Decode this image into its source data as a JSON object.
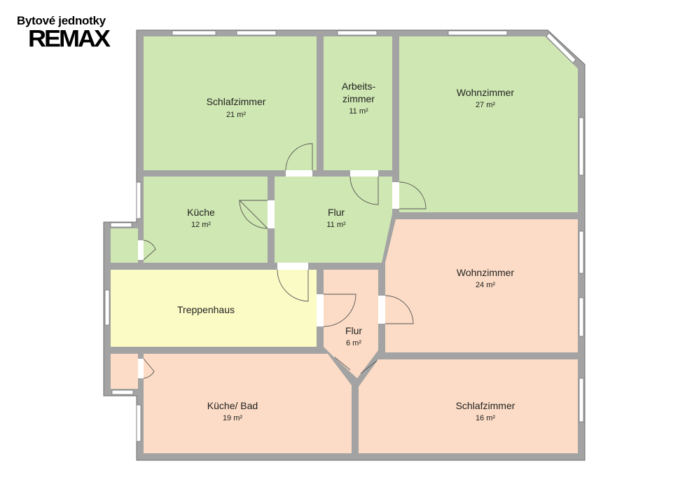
{
  "logo": {
    "subtitle": "Bytové jednotky",
    "brand": "RE/MAX"
  },
  "colors": {
    "green": "#cfe7b2",
    "peach": "#fcdcc6",
    "yellow": "#fbfbc6",
    "wall": "#a3a3a3"
  },
  "rooms": [
    {
      "name": "Schlafzimmer",
      "area": "21 m²"
    },
    {
      "name": "Arbeits-",
      "name2": "zimmer",
      "area": "11 m²"
    },
    {
      "name": "Wohnzimmer",
      "area": "27 m²"
    },
    {
      "name": "Küche",
      "area": "12 m²"
    },
    {
      "name": "Flur",
      "area": "11 m²"
    },
    {
      "name": "Treppenhaus"
    },
    {
      "name": "Flur",
      "area": "6 m²"
    },
    {
      "name": "Wohnzimmer",
      "area": "24 m²"
    },
    {
      "name": "Küche/ Bad",
      "area": "19 m²"
    },
    {
      "name": "Schlafzimmer",
      "area": "16 m²"
    }
  ]
}
